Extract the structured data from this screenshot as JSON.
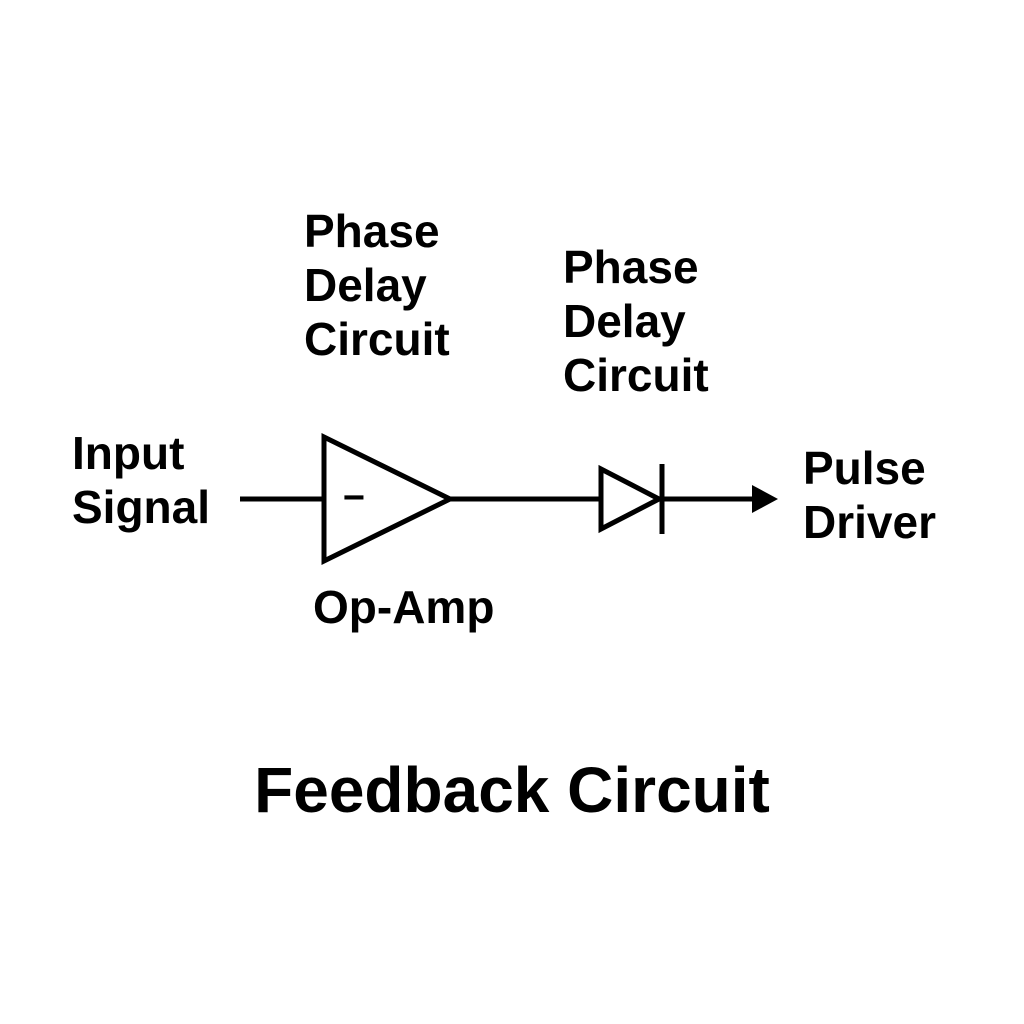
{
  "diagram": {
    "title": "Feedback Circuit",
    "labels": {
      "phase_delay_1": [
        "Phase",
        "Delay",
        "Circuit"
      ],
      "phase_delay_2": [
        "Phase",
        "Delay",
        "Circuit"
      ],
      "input_signal": [
        "Input",
        "Signal"
      ],
      "pulse_driver": [
        "Pulse",
        "Driver"
      ],
      "op_amp": "Op-Amp"
    },
    "components": {
      "op_amp_symbol": "−",
      "diode": "diode-symbol",
      "output_arrow": "arrow-right-icon"
    },
    "colors": {
      "ink": "#000000",
      "background": "#ffffff"
    }
  }
}
